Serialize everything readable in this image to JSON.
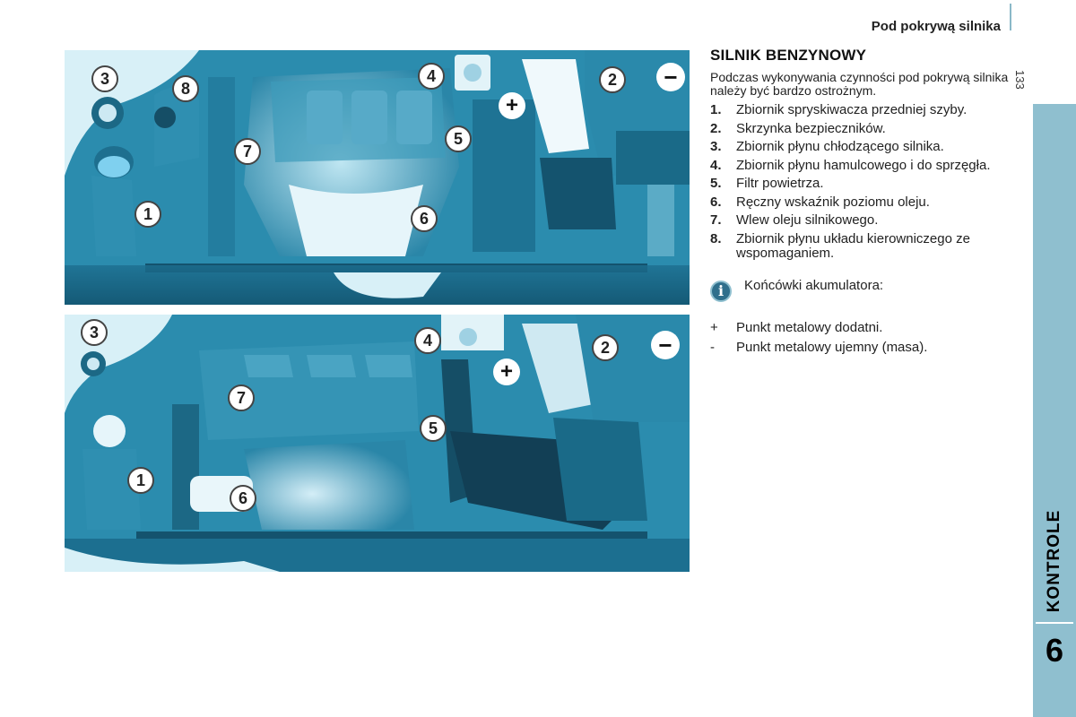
{
  "header": {
    "title": "Pod pokrywą silnika",
    "page_number": "133"
  },
  "side_tab": {
    "label": "KONTROLE",
    "chapter": "6"
  },
  "section": {
    "heading": "SILNIK BENZYNOWY",
    "intro": "Podczas wykonywania czynności pod pokrywą silnika należy być bardzo ostrożnym.",
    "items": [
      {
        "num": "1.",
        "text": "Zbiornik spryskiwacza przedniej szyby."
      },
      {
        "num": "2.",
        "text": "Skrzynka bezpieczników."
      },
      {
        "num": "3.",
        "text": "Zbiornik płynu chłodzącego silnika."
      },
      {
        "num": "4.",
        "text": "Zbiornik płynu hamulcowego i do sprzęgła."
      },
      {
        "num": "5.",
        "text": "Filtr powietrza."
      },
      {
        "num": "6.",
        "text": "Ręczny wskaźnik poziomu oleju."
      },
      {
        "num": "7.",
        "text": "Wlew oleju silnikowego."
      },
      {
        "num": "8.",
        "text": "Zbiornik płynu układu kierowniczego ze wspomaganiem."
      }
    ]
  },
  "info": {
    "icon": "info-icon",
    "title": "Końcówki akumulatora:",
    "terminals": [
      {
        "sign": "+",
        "text": "Punkt metalowy dodatni."
      },
      {
        "sign": "-",
        "text": "Punkt metalowy ujemny (masa)."
      }
    ]
  },
  "images": {
    "top": {
      "callouts": [
        "3",
        "8",
        "4",
        "2",
        "7",
        "5",
        "1",
        "6"
      ],
      "plus": "+",
      "minus": "−"
    },
    "bottom": {
      "callouts": [
        "3",
        "4",
        "2",
        "7",
        "5",
        "1",
        "6"
      ],
      "plus": "+",
      "minus": "−"
    }
  },
  "colors": {
    "accent": "#8fbfcf",
    "engine_blue": "#2d8fb0"
  }
}
